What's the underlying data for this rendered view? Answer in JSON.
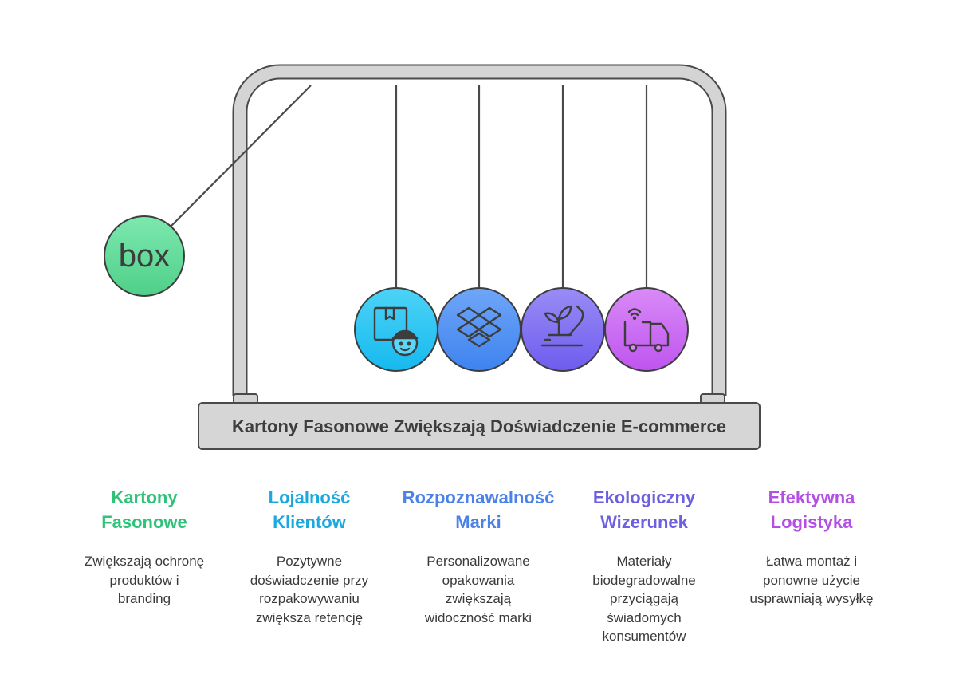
{
  "header": {
    "title": "Kartony Fasonowe Zwiększają Doświadczenie E-commerce"
  },
  "pendulum": {
    "lifted_ball_label": "box",
    "lifted_ball_color": "#5EDB97",
    "balls": [
      {
        "icon": "package-courier-icon",
        "color": "#1EC0F0"
      },
      {
        "icon": "dropbox-boxes-icon",
        "color": "#4F8FF2"
      },
      {
        "icon": "plant-hand-icon",
        "color": "#7C6CF0"
      },
      {
        "icon": "delivery-truck-wifi-icon",
        "color": "#C05CF0"
      }
    ]
  },
  "columns": [
    {
      "title": "Kartony\nFasonowe",
      "color": "#2FC37A",
      "desc": "Zwiększają ochronę\nproduktów i\nbranding"
    },
    {
      "title": "Lojalność\nKlientów",
      "color": "#1AA8DE",
      "desc": "Pozytywne\ndoświadczenie przy\nrozpakowywaniu\nzwiększa retencję"
    },
    {
      "title": "Rozpoznawalność\nMarki",
      "color": "#4A82E8",
      "desc": "Personalizowane\nopakowania\nzwiększają\nwidoczność marki"
    },
    {
      "title": "Ekologiczny\nWizerunek",
      "color": "#6E5FE0",
      "desc": "Materiały\nbiodegradowalne\nprzyciągają\nświadomych\nkonsumentów"
    },
    {
      "title": "Efektywna\nLogistyka",
      "color": "#B44FE3",
      "desc": "Łatwa montaż i\nponowne użycie\nusprawniają wysyłkę"
    }
  ]
}
